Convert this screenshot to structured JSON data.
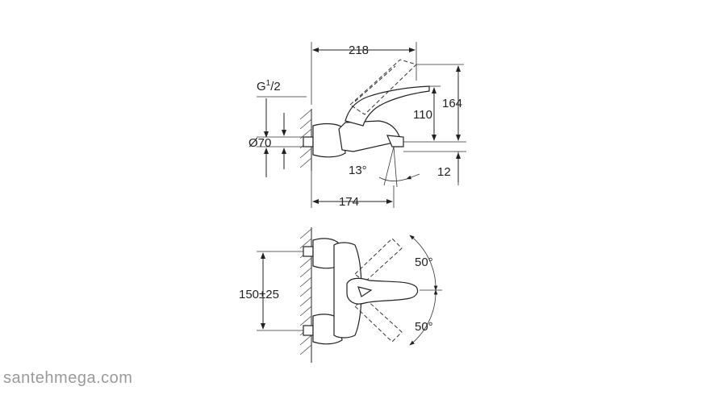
{
  "side_view": {
    "dim_width_top": "218",
    "dim_height_total": "164",
    "dim_height_handle": "110",
    "dim_thread_prefix": "G",
    "dim_thread_sup": "1",
    "dim_thread_suffix": "/2",
    "dim_diameter": "Ø70",
    "dim_angle": "13°",
    "dim_spout_height": "12",
    "dim_width_bottom": "174"
  },
  "top_view": {
    "dim_spacing": "150±25",
    "dim_rotation_up": "50°",
    "dim_rotation_down": "50°"
  },
  "watermark": "santehmega.com"
}
